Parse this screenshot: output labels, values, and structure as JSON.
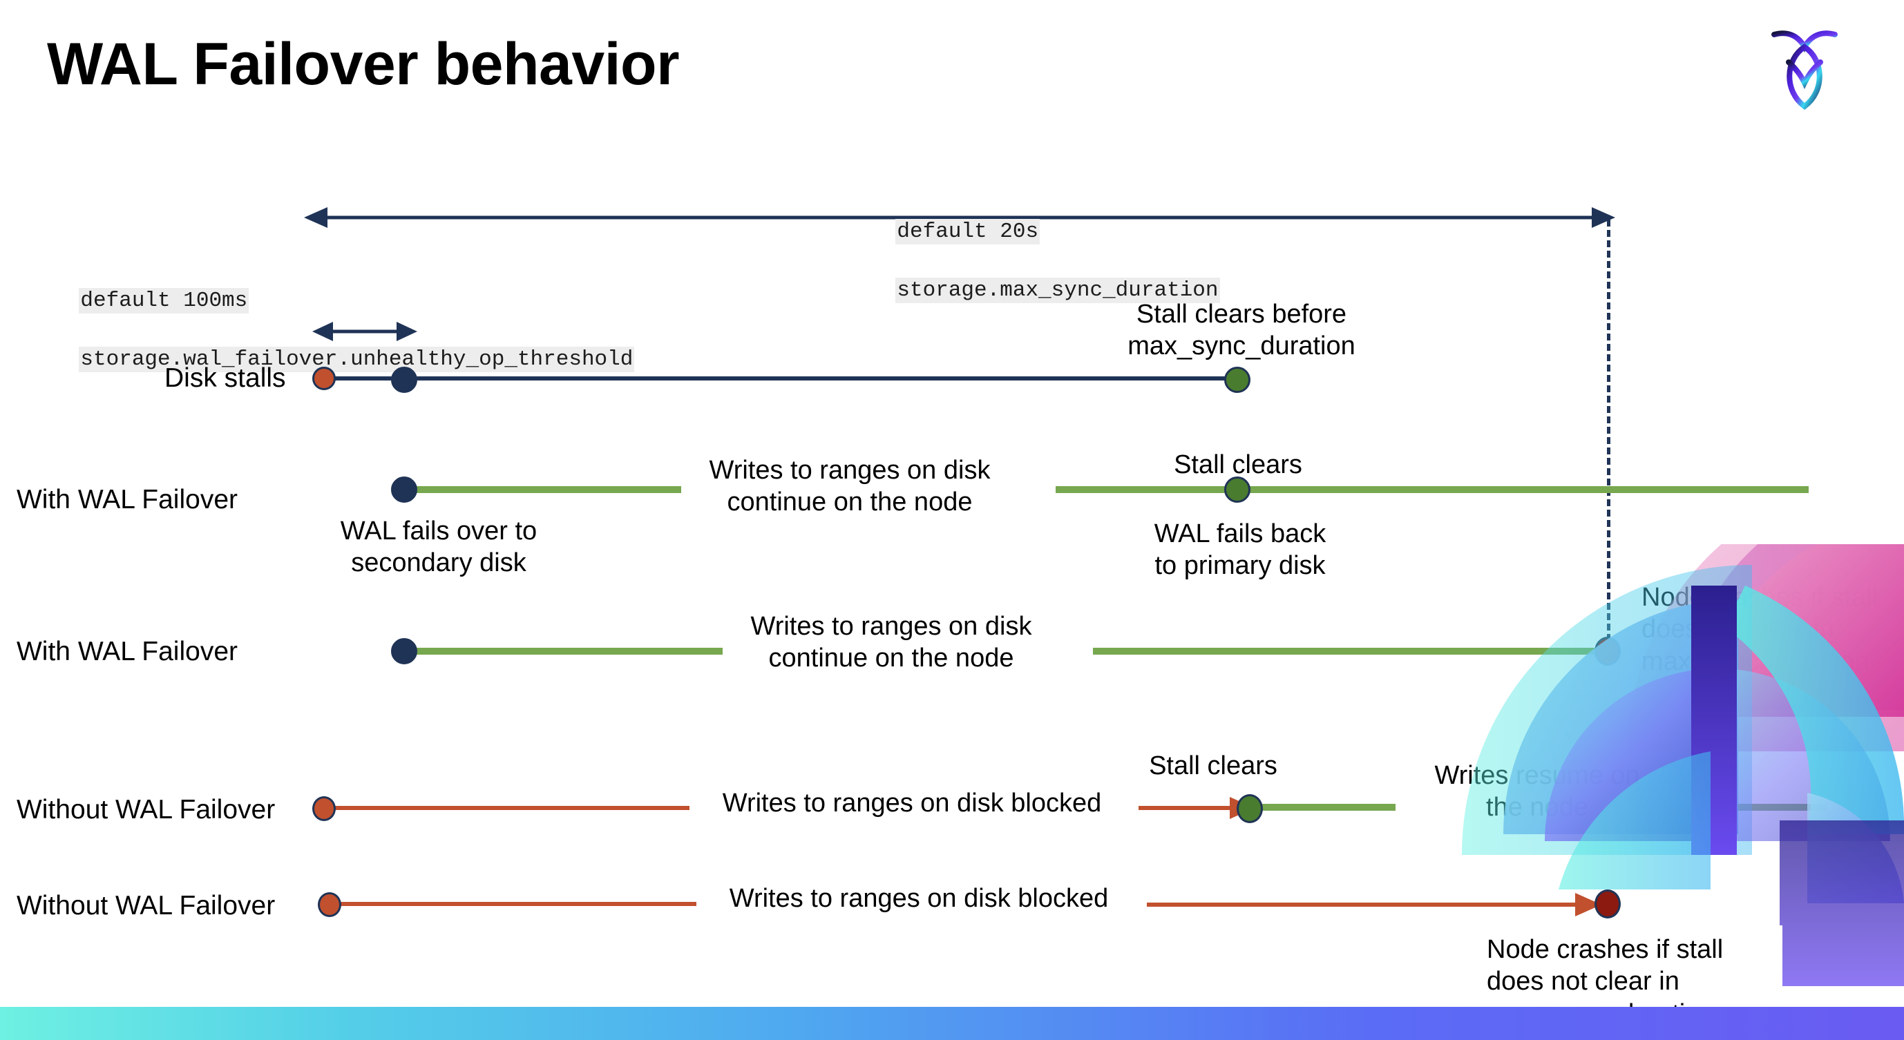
{
  "slide": {
    "title": "WAL Failover behavior",
    "logo_name": "cockroachdb-logo"
  },
  "settings": [
    {
      "id": "max-sync-duration",
      "default_text": "default 20s",
      "setting_name": "storage.max_sync_duration"
    },
    {
      "id": "unhealthy-op-threshold",
      "default_text": "default 100ms",
      "setting_name": "storage.wal_failover.unhealthy_op_threshold"
    }
  ],
  "rows": [
    {
      "id": "disk-stalls",
      "label": "Disk stalls",
      "annotation": "Stall clears before\nmax_sync_duration"
    },
    {
      "id": "with-wal-failover-clears",
      "label": "With WAL Failover",
      "annotation_start": "WAL fails over to\nsecondary disk",
      "annotation_mid": "Writes to ranges on disk\ncontinue on the node",
      "annotation_event": "Stall clears",
      "annotation_end": "WAL fails  back\nto primary disk"
    },
    {
      "id": "with-wal-failover-crash",
      "label": "With WAL Failover",
      "annotation_mid": "Writes to ranges on disk\ncontinue on the node",
      "annotation_end": "Node crashes if stall\ndoes not clear in\nmax_sync_duration"
    },
    {
      "id": "without-wal-failover-clears",
      "label": "Without WAL Failover",
      "annotation_mid": "Writes to ranges on disk  blocked",
      "annotation_event": "Stall clears",
      "annotation_end": "Writes resume on\nthe node"
    },
    {
      "id": "without-wal-failover-crash",
      "label": "Without WAL Failover",
      "annotation_mid": "Writes to ranges on disk  blocked",
      "annotation_end": "Node crashes if stall\ndoes not clear in\nmax_sync_duration"
    }
  ],
  "colors": {
    "navy": "#1f3356",
    "green_line": "#77a74f",
    "green_dot": "#4a7c2f",
    "orange": "#c1502e",
    "dark_red": "#8c1a11",
    "code_bg": "#ededed"
  }
}
